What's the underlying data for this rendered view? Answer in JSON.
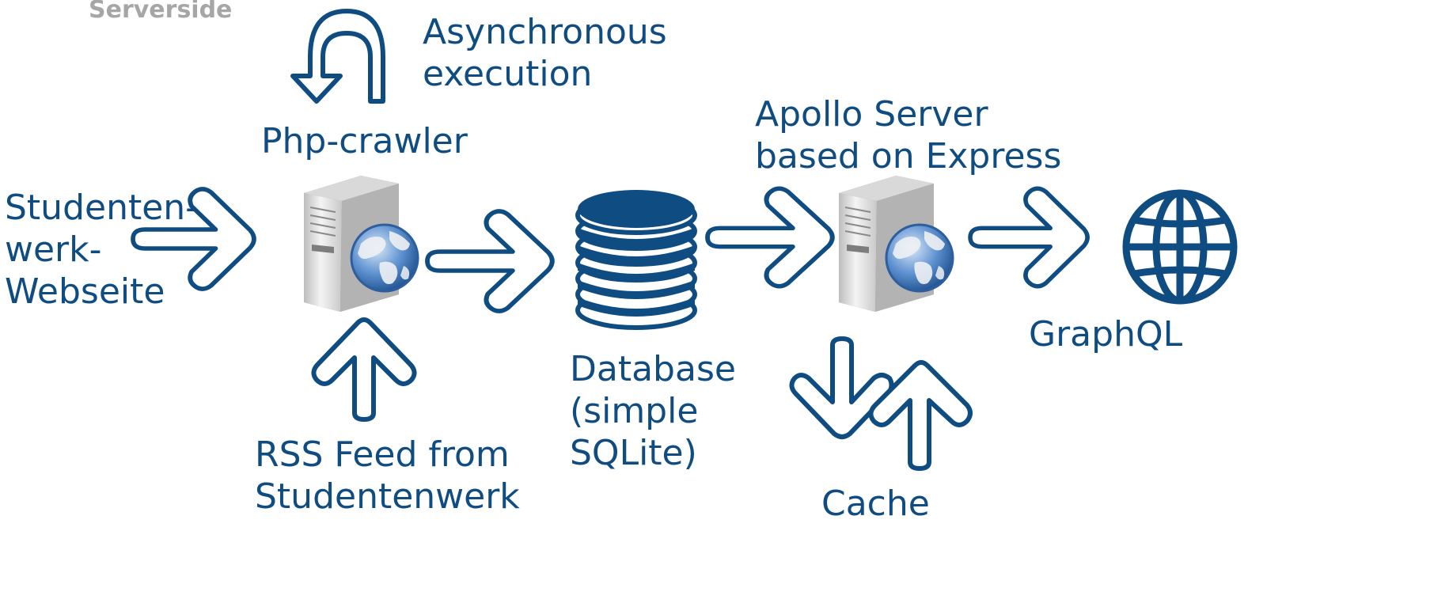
{
  "header": {
    "section": "Serverside"
  },
  "labels": {
    "async": [
      "Asynchronous",
      "execution"
    ],
    "crawler": "Php-crawler",
    "source": [
      "Studenten-",
      "werk-",
      "Webseite"
    ],
    "rss": [
      "RSS Feed from",
      "Studentenwerk"
    ],
    "database": [
      "Database",
      "(simple",
      "SQLite)"
    ],
    "apollo": [
      "Apollo Server",
      "based on Express"
    ],
    "cache": "Cache",
    "graphql": "GraphQL"
  },
  "colors": {
    "arrow_stroke": "#0f4c81",
    "label_text": "#0f4c81",
    "header_text": "#a6a6a6",
    "server_body": "#e9e9e9",
    "globe_blue": "#4a7fc1"
  },
  "icons": [
    "u-turn-arrow-icon",
    "server-globe-icon",
    "database-icon",
    "globe-icon",
    "right-arrow-icon",
    "up-arrow-icon",
    "down-arrow-icon"
  ]
}
